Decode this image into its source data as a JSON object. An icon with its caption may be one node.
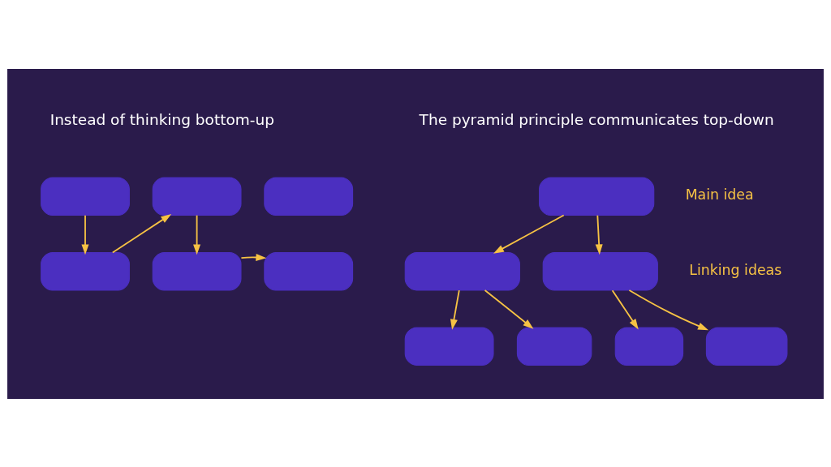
{
  "diagram": {
    "nodes": [
      {
        "text": [],
        "shape": "box"
      },
      {
        "text": [],
        "shape": "box"
      },
      {
        "text": [],
        "shape": "box"
      },
      {
        "text": [],
        "shape": "box"
      },
      {
        "text": [],
        "shape": "box"
      },
      {
        "text": [],
        "shape": "box"
      },
      {
        "text": [],
        "shape": "box",
        "beside": [
          "Main idea"
        ]
      },
      {
        "text": [],
        "shape": "box"
      },
      {
        "text": [],
        "shape": "box",
        "beside": [
          "Linking ideas"
        ]
      },
      {
        "text": [],
        "shape": "box"
      },
      {
        "text": [],
        "shape": "box"
      },
      {
        "text": [],
        "shape": "box"
      },
      {
        "text": [],
        "shape": "box"
      }
    ],
    "edges": [
      {
        "from": 0,
        "to": 3,
        "arrow": "to"
      },
      {
        "from": 3,
        "to": 1,
        "arrow": "to"
      },
      {
        "from": 1,
        "to": 4,
        "arrow": "to"
      },
      {
        "from": 4,
        "to": 5,
        "arrow": "to"
      },
      {
        "from": 6,
        "to": 7,
        "arrow": "to"
      },
      {
        "from": 6,
        "to": 8,
        "arrow": "to"
      },
      {
        "from": 7,
        "to": 9,
        "arrow": "to"
      },
      {
        "from": 7,
        "to": 10,
        "arrow": "to"
      },
      {
        "from": 8,
        "to": 11,
        "arrow": "to"
      },
      {
        "from": 8,
        "to": 12,
        "arrow": "to"
      }
    ],
    "labels": [
      "Instead of thinking bottom-up",
      "The pyramid principle communicates top-down"
    ]
  }
}
